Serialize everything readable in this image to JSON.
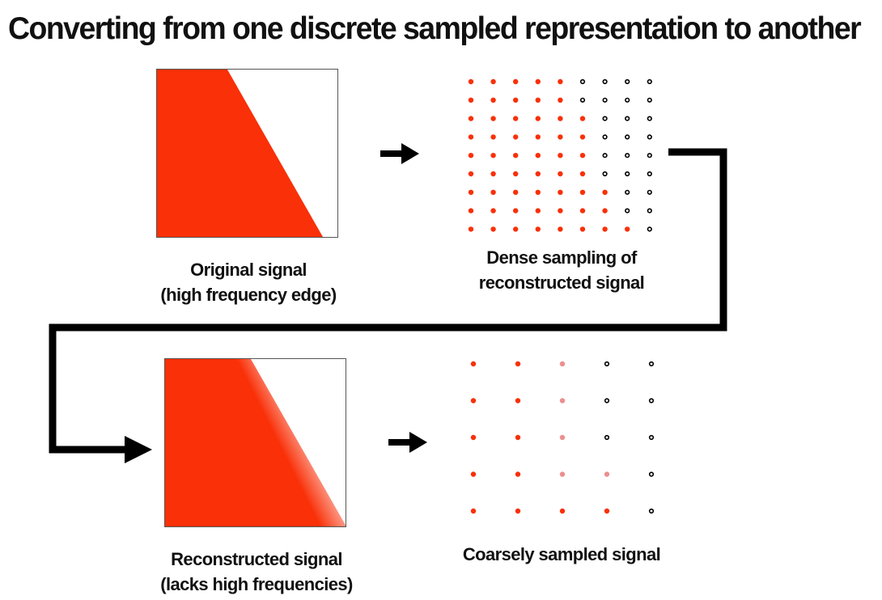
{
  "title": "Converting from one discrete sampled representation to another",
  "colors": {
    "signal": "#f93008",
    "edge_sample": "#ec8f8f",
    "empty_sample": "#000000",
    "arrow": "#000000",
    "frame": "#555555"
  },
  "panels": {
    "original": {
      "caption": [
        "Original signal",
        "(high frequency edge)"
      ]
    },
    "dense": {
      "caption": [
        "Dense sampling of",
        "reconstructed signal"
      ],
      "grid": [
        [
          1,
          1,
          1,
          1,
          1,
          0,
          0,
          0,
          0
        ],
        [
          1,
          1,
          1,
          1,
          1,
          0,
          0,
          0,
          0
        ],
        [
          1,
          1,
          1,
          1,
          1,
          1,
          0,
          0,
          0
        ],
        [
          1,
          1,
          1,
          1,
          1,
          1,
          0,
          0,
          0
        ],
        [
          1,
          1,
          1,
          1,
          1,
          1,
          0,
          0,
          0
        ],
        [
          1,
          1,
          1,
          1,
          1,
          1,
          0,
          0,
          0
        ],
        [
          1,
          1,
          1,
          1,
          1,
          1,
          1,
          0,
          0
        ],
        [
          1,
          1,
          1,
          1,
          1,
          1,
          1,
          0,
          0
        ],
        [
          1,
          1,
          1,
          1,
          1,
          1,
          1,
          1,
          0
        ]
      ]
    },
    "reconstructed": {
      "caption": [
        "Reconstructed signal",
        "(lacks high frequencies)"
      ]
    },
    "coarse": {
      "caption": [
        "Coarsely sampled signal"
      ],
      "grid": [
        [
          1,
          1,
          2,
          0,
          0
        ],
        [
          1,
          1,
          2,
          0,
          0
        ],
        [
          1,
          1,
          2,
          0,
          0
        ],
        [
          1,
          1,
          2,
          2,
          0
        ],
        [
          1,
          1,
          1,
          1,
          0
        ]
      ]
    }
  }
}
